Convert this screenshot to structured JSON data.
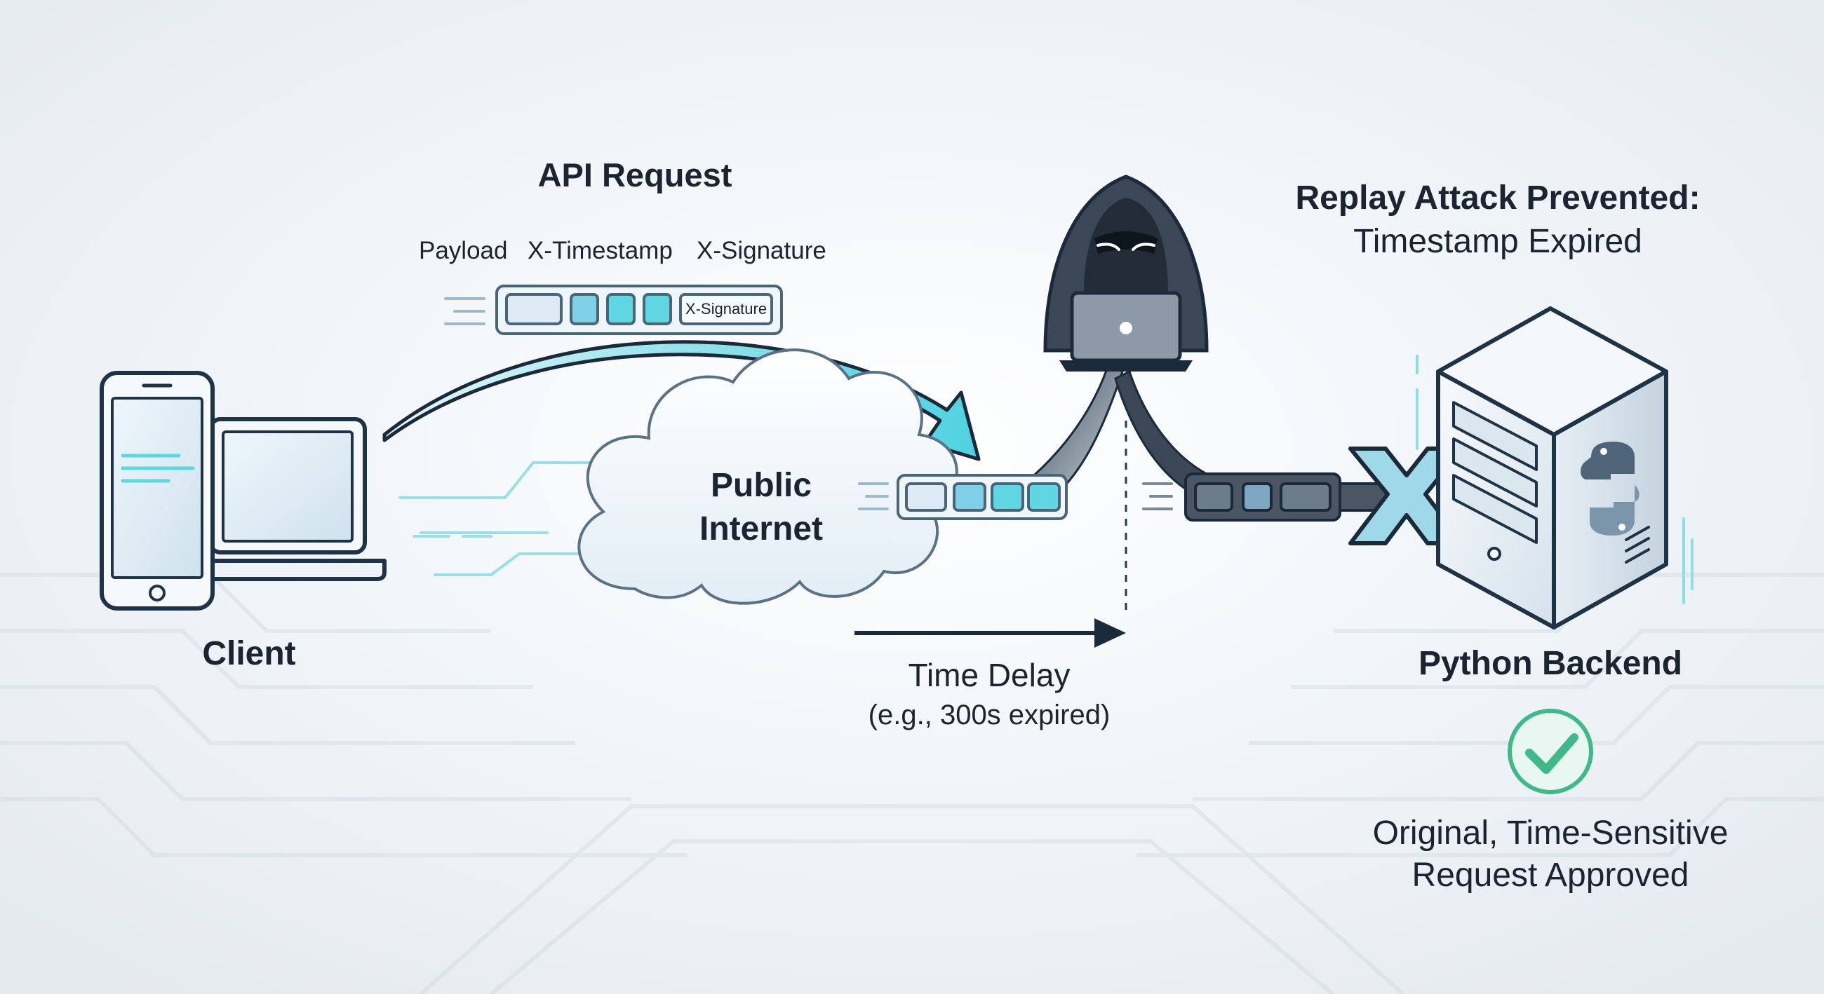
{
  "request": {
    "title": "API Request",
    "fields": {
      "payload": "Payload",
      "timestamp": "X-Timestamp",
      "signature": "X-Signature"
    },
    "packet_signature_label": "X-Signature"
  },
  "client": {
    "label": "Client"
  },
  "internet": {
    "line1": "Public",
    "line2": "Internet"
  },
  "delay": {
    "line1": "Time Delay",
    "line2": "(e.g., 300s expired)"
  },
  "attack": {
    "title": "Replay Attack Prevented:",
    "subtitle": "Timestamp Expired"
  },
  "backend": {
    "label": "Python Backend"
  },
  "approval": {
    "line1": "Original, Time-Sensitive",
    "line2": "Request Approved"
  },
  "colors": {
    "ink": "#1b2a3a",
    "cyan": "#5fd6e2",
    "light_blue": "#a9d8ec",
    "dark_slate": "#3a4756",
    "success_green": "#3fb88a",
    "block_red_cross": "#9fd8e6"
  }
}
